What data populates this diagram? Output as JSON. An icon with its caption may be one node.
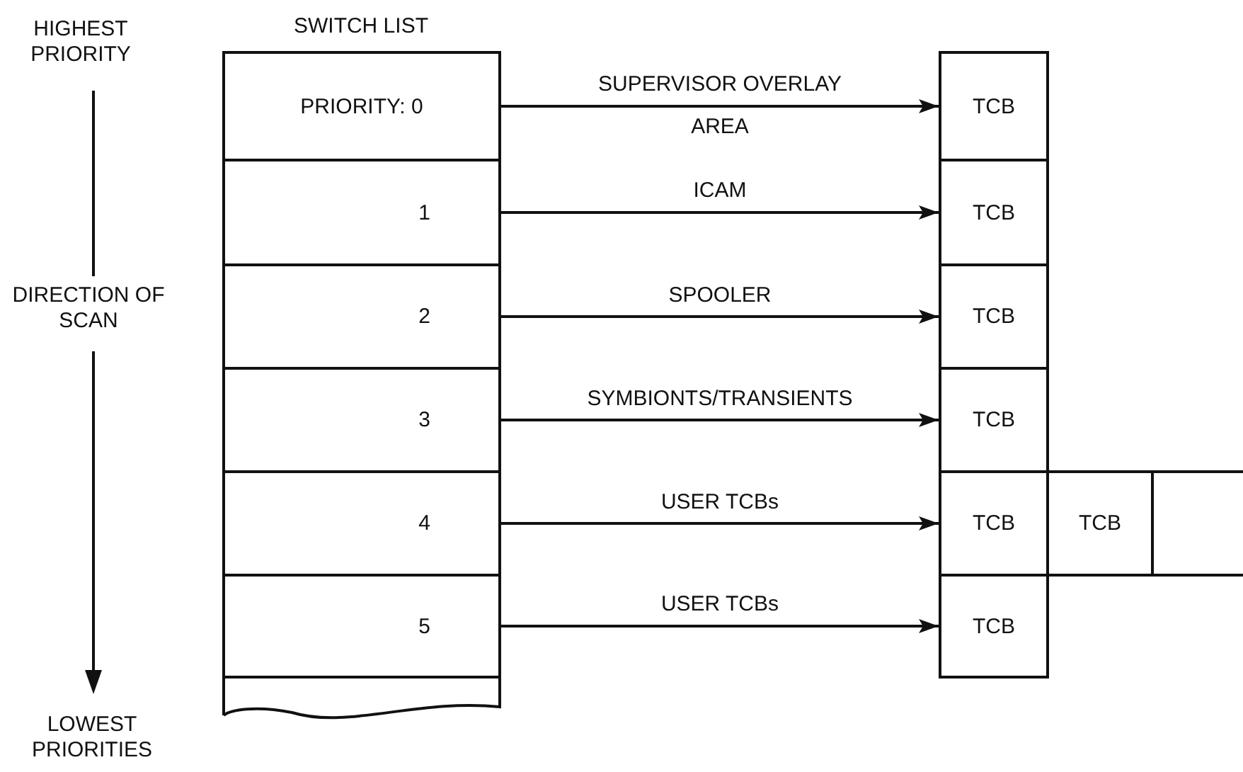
{
  "diagram": {
    "nodes": [
      {
        "text": [
          "PRIORITY: 0"
        ]
      },
      {
        "text": [
          "1"
        ]
      },
      {
        "text": [
          "2"
        ]
      },
      {
        "text": [
          "3"
        ]
      },
      {
        "text": [
          "4"
        ]
      },
      {
        "text": [
          "5"
        ]
      },
      {
        "text": [],
        "shape": "box"
      },
      {
        "text": [
          "TCB"
        ]
      },
      {
        "text": [
          "TCB"
        ]
      },
      {
        "text": [
          "TCB"
        ]
      },
      {
        "text": [
          "TCB"
        ]
      },
      {
        "text": [
          "TCB"
        ]
      },
      {
        "text": [
          "TCB"
        ]
      },
      {
        "text": [
          "TCB"
        ]
      },
      {
        "text": [],
        "shape": "box"
      }
    ],
    "edges": [
      {
        "from": 0,
        "to": 7,
        "arrow": "to",
        "label": "SUPERVISOR OVERLAY AREA"
      },
      {
        "from": 1,
        "to": 8,
        "arrow": "to",
        "label": "ICAM"
      },
      {
        "from": 2,
        "to": 9,
        "arrow": "to",
        "label": "SPOOLER"
      },
      {
        "from": 3,
        "to": 10,
        "arrow": "to",
        "label": "SYMBIONTS/TRANSIENTS"
      },
      {
        "from": 4,
        "to": 11,
        "arrow": "to",
        "label": "USER TCBs"
      },
      {
        "from": 5,
        "to": 12,
        "arrow": "to",
        "label": "USER TCBs"
      }
    ],
    "labels": [
      "HIGHEST PRIORITY",
      "SWITCH LIST",
      "DIRECTION OF SCAN",
      "LOWEST PRIORITIES"
    ]
  }
}
